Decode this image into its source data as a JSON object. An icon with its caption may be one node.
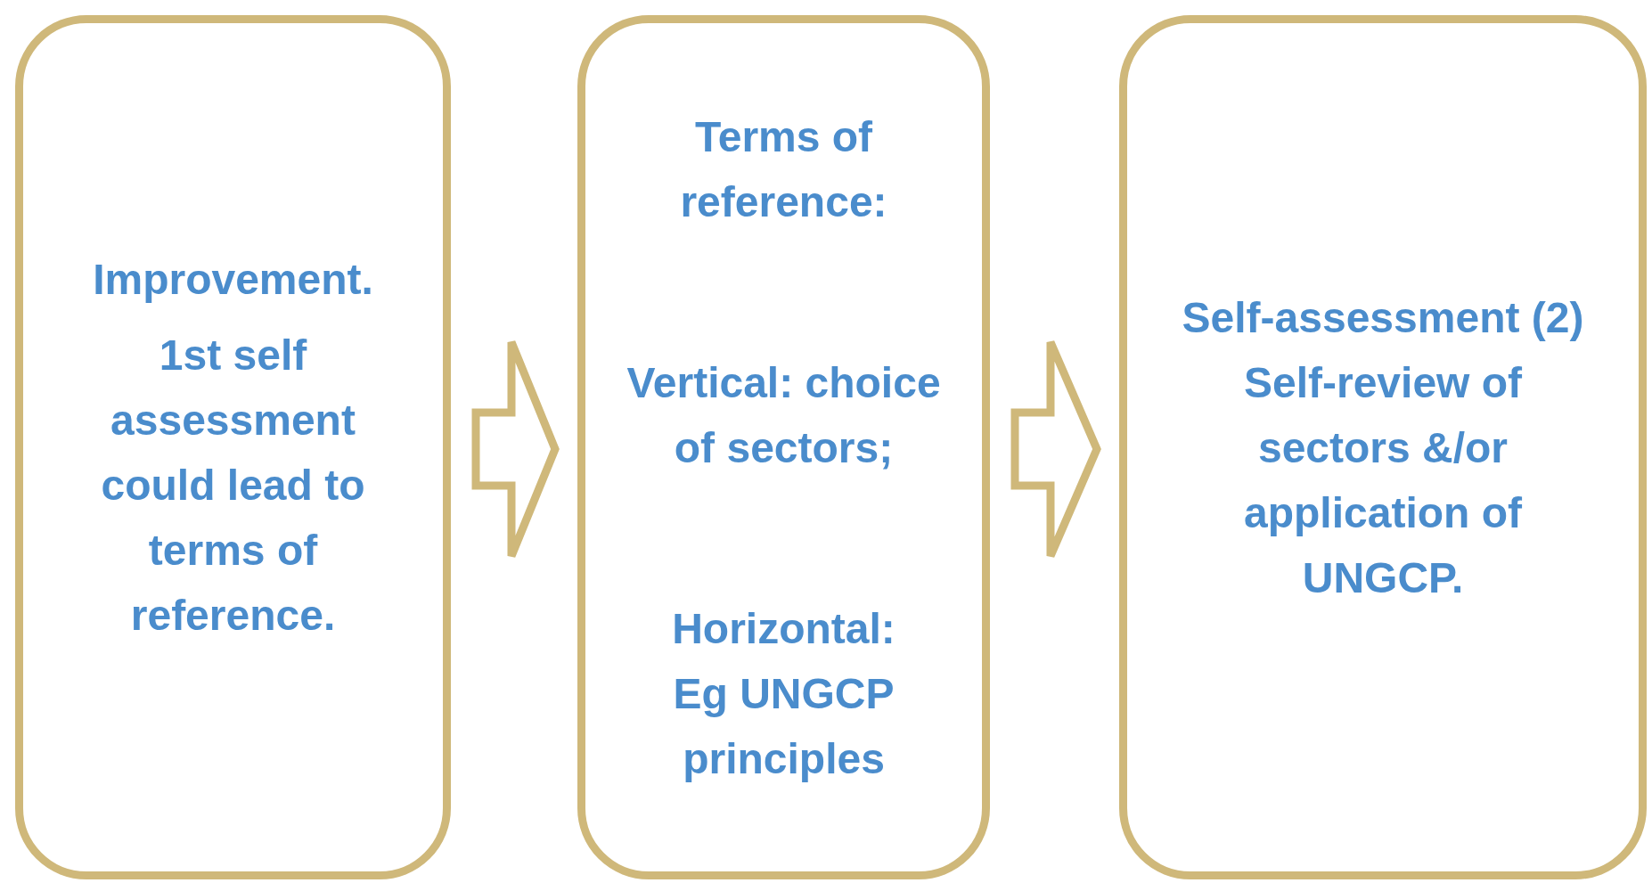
{
  "diagram": {
    "nodes": [
      {
        "text": [
          "Improvement.",
          "1st self assessment could lead to terms of reference."
        ]
      },
      {
        "text": [
          "Terms of reference:",
          "Vertical: choice of sectors;",
          "Horizontal:",
          "Eg UNGCP principles"
        ]
      },
      {
        "text": [
          "Self-assessment (2)",
          "Self-review of sectors &/or application of UNGCP."
        ]
      }
    ],
    "edges": [
      {
        "from": 0,
        "to": 1,
        "arrow": "to"
      },
      {
        "from": 1,
        "to": 2,
        "arrow": "to"
      }
    ]
  }
}
